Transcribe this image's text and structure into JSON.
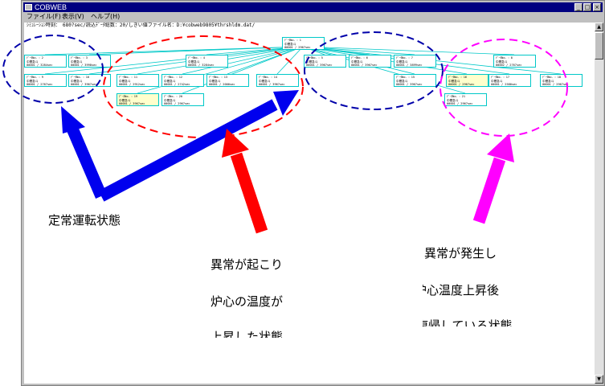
{
  "window": {
    "title": "COBWEB",
    "buttons": {
      "minimize": "_",
      "maximize": "□",
      "close": "×"
    }
  },
  "menu": [
    {
      "label": "ファイル(F)"
    },
    {
      "label": "表示(V)"
    },
    {
      "label": "ヘルプ(H)"
    }
  ],
  "status_line": "ｼﾐｭﾚｰｼｮﾝ時刻：　680?sec/読込ﾃﾞｰﾀ総数：20/しきい値ファイル名：D:¥cobweb9805¥thrshldm.dat/",
  "nodes": [
    {
      "id": "n1",
      "lines": [
        "ﾃﾞｰﾀNo．：1",
        "中間急斗",
        "00001 / 2967sec"
      ],
      "hl": false
    },
    {
      "id": "n2",
      "lines": [
        "ﾃﾞｰﾀNo．：2",
        "中間急斗",
        "00001 / 3284sec"
      ],
      "hl": false
    },
    {
      "id": "n3",
      "lines": [
        "ﾃﾞｰﾀNo．：3",
        "中間急斗",
        "00001 / 3998sec"
      ],
      "hl": false
    },
    {
      "id": "n4",
      "lines": [
        "ﾃﾞｰﾀNo．：4",
        "中間急斗",
        "00001 / 3284sec"
      ],
      "hl": false
    },
    {
      "id": "n5",
      "lines": [
        "ﾃﾞｰﾀNo．：5",
        "中間急斗",
        "00001 / 3967sec"
      ],
      "hl": false
    },
    {
      "id": "n6",
      "lines": [
        "ﾃﾞｰﾀNo．：6",
        "中間急斗",
        "00001 / 3967sec"
      ],
      "hl": false
    },
    {
      "id": "n7",
      "lines": [
        "ﾃﾞｰﾀNo．：7",
        "中間急斗",
        "00001 / 3899sec"
      ],
      "hl": false
    },
    {
      "id": "n8",
      "lines": [
        "ﾃﾞｰﾀNo．：8",
        "中間急斗",
        "00002 / 2767sec"
      ],
      "hl": false
    },
    {
      "id": "n9",
      "lines": [
        "ﾃﾞｰﾀNo．：9",
        "中間急斗",
        "00001 / 2767sec"
      ],
      "hl": false
    },
    {
      "id": "n10",
      "lines": [
        "ﾃﾞｰﾀNo．：10",
        "中間急斗",
        "00001 / 3967sec"
      ],
      "hl": false
    },
    {
      "id": "n11",
      "lines": [
        "ﾃﾞｰﾀNo．：11",
        "中間急斗",
        "00001 / 2912sec"
      ],
      "hl": false
    },
    {
      "id": "n12",
      "lines": [
        "ﾃﾞｰﾀNo．：12",
        "中間急斗",
        "00001 / 2742sec"
      ],
      "hl": false
    },
    {
      "id": "n13",
      "lines": [
        "ﾃﾞｰﾀNo．：13",
        "中間急斗",
        "00001 / 2000sec"
      ],
      "hl": false
    },
    {
      "id": "n14",
      "lines": [
        "ﾃﾞｰﾀNo．：14",
        "中間急斗",
        "00001 / 3967sec"
      ],
      "hl": false
    },
    {
      "id": "n15",
      "lines": [
        "ﾃﾞｰﾀNo．：15",
        "中間急斗",
        "00001 / 3967sec"
      ],
      "hl": false
    },
    {
      "id": "n16",
      "lines": [
        "ﾃﾞｰﾀNo．：16",
        "中間急斗",
        "00001 / 2967sec"
      ],
      "hl": true
    },
    {
      "id": "n17",
      "lines": [
        "ﾃﾞｰﾀNo．：17",
        "中間急斗",
        "00001 / 2580sec"
      ],
      "hl": false
    },
    {
      "id": "n18",
      "lines": [
        "ﾃﾞｰﾀNo．：18",
        "中間急斗",
        "00001 / 2967sec"
      ],
      "hl": false
    },
    {
      "id": "n19",
      "lines": [
        "ﾃﾞｰﾀNo．：19",
        "中間急斗",
        "00001 / 3967sec"
      ],
      "hl": true
    },
    {
      "id": "n20",
      "lines": [
        "ﾃﾞｰﾀNo．：20",
        "中間急斗",
        "00001 / 2967sec"
      ],
      "hl": false
    },
    {
      "id": "n21",
      "lines": [
        "ﾃﾞｰﾀNo．：21",
        "中間急斗",
        "00001 / 2967sec"
      ],
      "hl": false
    }
  ],
  "annotations": {
    "steady": "定常運転状態",
    "abnormal_1": "異常が起こり",
    "abnormal_2": "炉心の温度が",
    "abnormal_3": "上昇した状態",
    "recover_1": "異常が発生し",
    "recover_2": "炉心温度上昇後",
    "recover_3": "復帰している状態"
  },
  "colors": {
    "titlebar": "#000080",
    "node_border": "#00c8c8",
    "node_highlight": "#ffffcc",
    "blue_group": "#0000ff",
    "red_group": "#ff0000",
    "magenta_group": "#ff00ff"
  }
}
